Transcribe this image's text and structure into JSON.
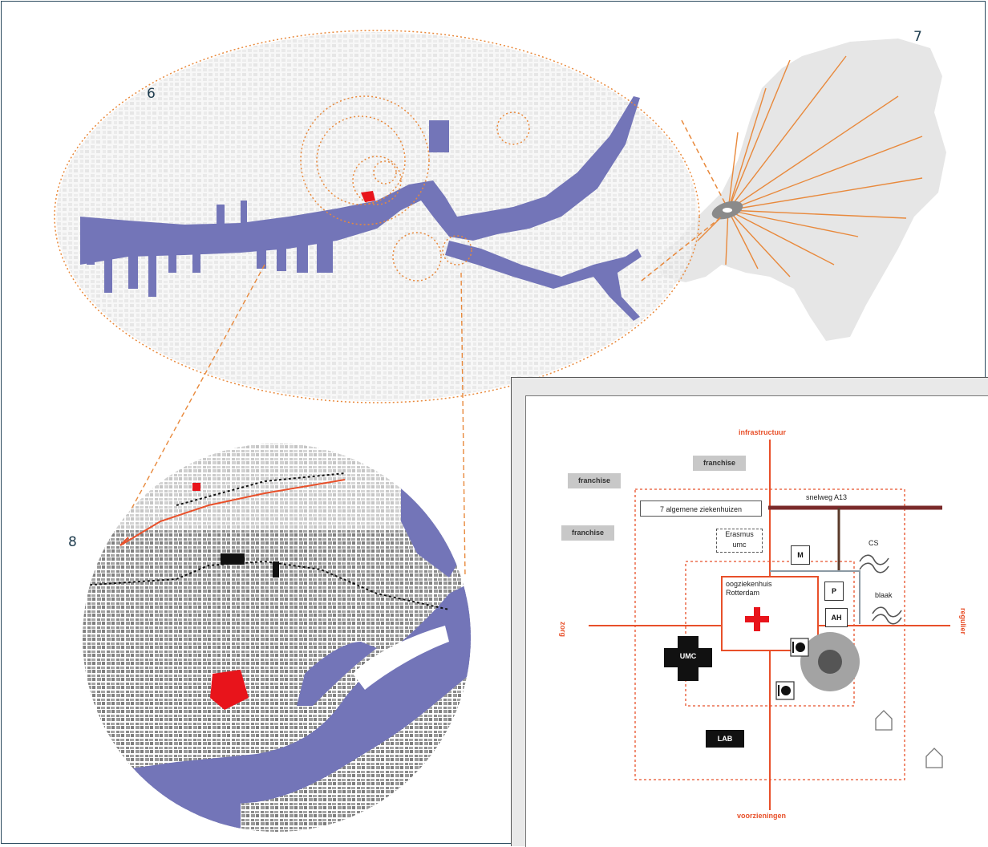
{
  "labels": {
    "n6": "6",
    "n7": "7",
    "n8": "8"
  },
  "diagram": {
    "axes": {
      "top": "infrastructuur",
      "bottom": "voorzieningen",
      "left": "zorg",
      "right": "regulier"
    },
    "franchise1": "franchise",
    "franchise2": "franchise",
    "franchise3": "franchise",
    "ziekenhuizen": "7 algemene ziekenhuizen",
    "snelweg": "snelweg A13",
    "erasmus1": "Erasmus",
    "erasmus2": "umc",
    "m": "M",
    "cs": "CS",
    "oog1": "oogziekenhuis",
    "oog2": "Rotterdam",
    "p": "P",
    "blaak": "blaak",
    "ah": "AH",
    "umc": "UMC",
    "lab": "LAB"
  },
  "colors": {
    "water": "#7375b8",
    "accent": "#e8502a",
    "red": "#e8141b",
    "road": "#7a2a2a",
    "frame": "#2a4a5e"
  }
}
